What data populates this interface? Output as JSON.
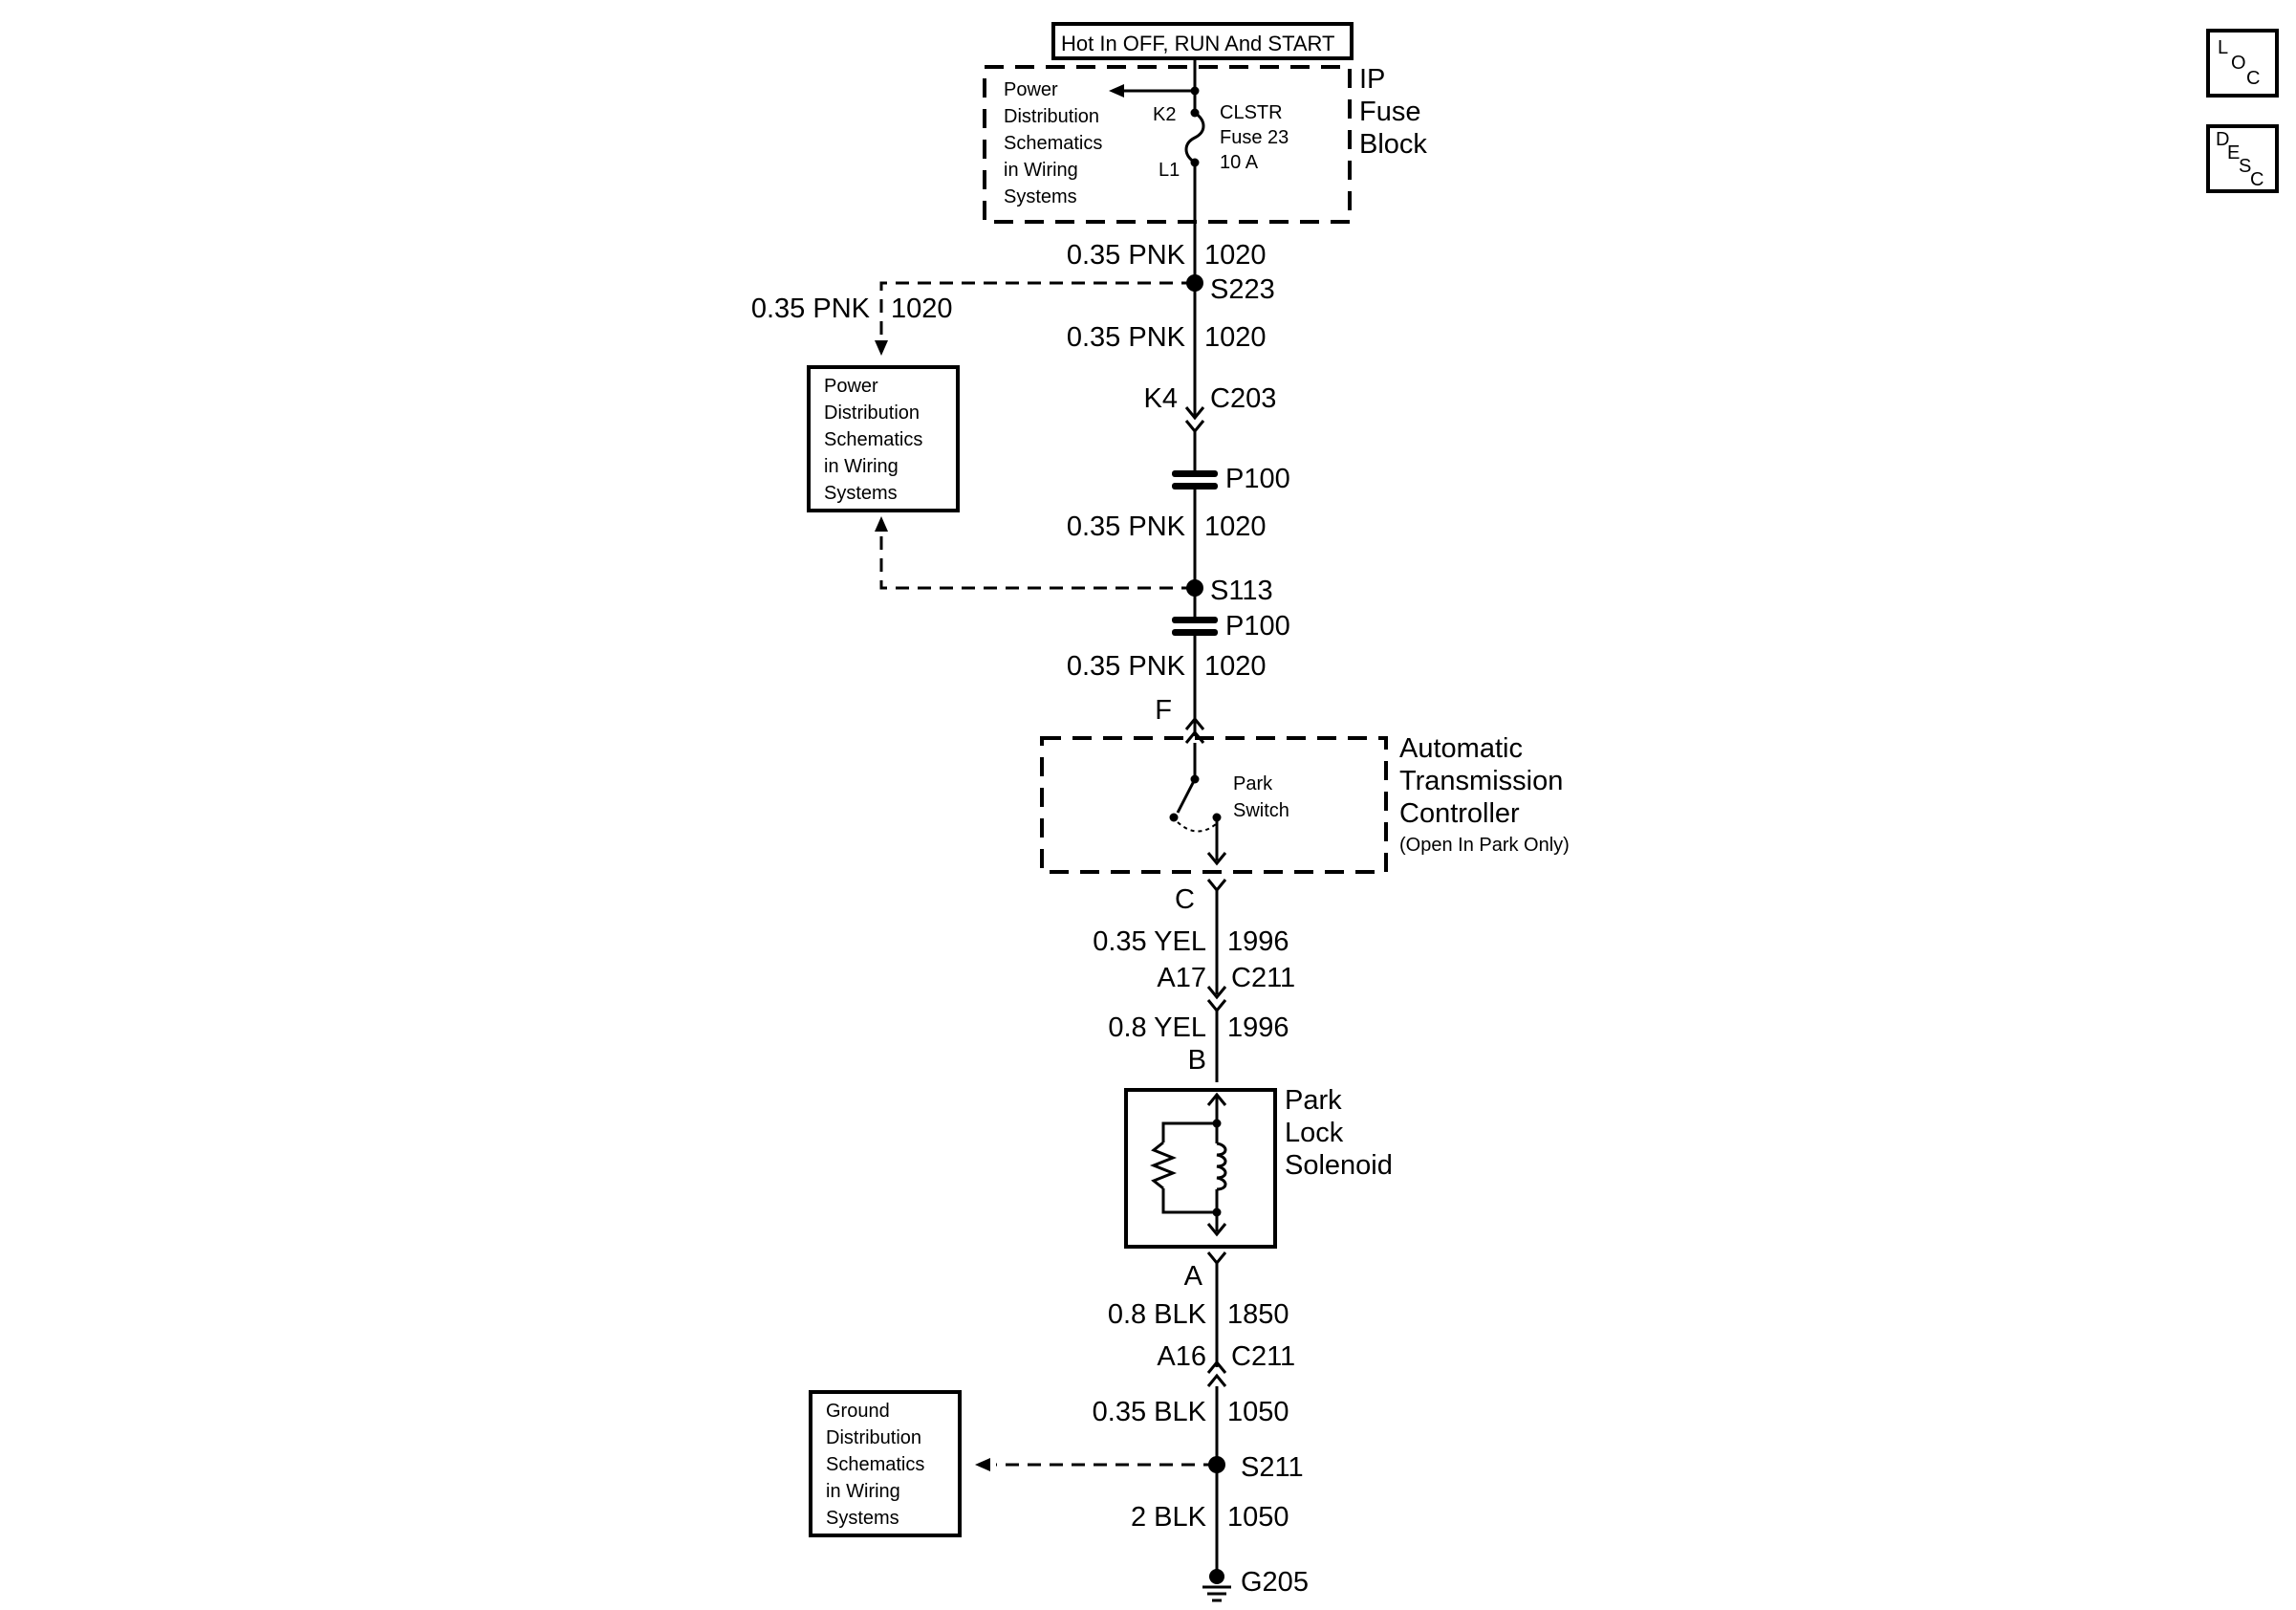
{
  "hot_label": "Hot In OFF, RUN And START",
  "fuse_block": {
    "name_line1": "IP",
    "name_line2": "Fuse",
    "name_line3": "Block",
    "ref_lines": [
      "Power",
      "Distribution",
      "Schematics",
      "in Wiring",
      "Systems"
    ],
    "fuse_lines": [
      "CLSTR",
      "Fuse 23",
      "10 A"
    ],
    "pin_in": "K2",
    "pin_out": "L1"
  },
  "wires": {
    "w1": {
      "gauge_color": "0.35 PNK",
      "circuit": "1020"
    },
    "w_branch": {
      "gauge_color": "0.35 PNK",
      "circuit": "1020"
    },
    "w2": {
      "gauge_color": "0.35 PNK",
      "circuit": "1020"
    },
    "w3": {
      "gauge_color": "0.35 PNK",
      "circuit": "1020"
    },
    "w4": {
      "gauge_color": "0.35 PNK",
      "circuit": "1020"
    },
    "w5": {
      "gauge_color": "0.35 YEL",
      "circuit": "1996"
    },
    "w6": {
      "gauge_color": "0.8 YEL",
      "circuit": "1996"
    },
    "w7": {
      "gauge_color": "0.8 BLK",
      "circuit": "1850"
    },
    "w8": {
      "gauge_color": "0.35 BLK",
      "circuit": "1050"
    },
    "w9": {
      "gauge_color": "2 BLK",
      "circuit": "1050"
    }
  },
  "splices": {
    "s223": "S223",
    "s113": "S113",
    "s211": "S211"
  },
  "passthroughs": {
    "p100_a": "P100",
    "p100_b": "P100"
  },
  "connectors": {
    "c203": {
      "pin": "K4",
      "name": "C203"
    },
    "c211_a": {
      "pin": "A17",
      "name": "C211"
    },
    "c211_b": {
      "pin": "A16",
      "name": "C211"
    }
  },
  "power_dist_box": [
    "Power",
    "Distribution",
    "Schematics",
    "in Wiring",
    "Systems"
  ],
  "ground_dist_box": [
    "Ground",
    "Distribution",
    "Schematics",
    "in Wiring",
    "Systems"
  ],
  "controller": {
    "name_lines": [
      "Automatic",
      "Transmission",
      "Controller"
    ],
    "note": "(Open In Park Only)",
    "switch_lines": [
      "Park",
      "Switch"
    ],
    "pin_top": "F",
    "pin_bottom": "C"
  },
  "solenoid": {
    "name_lines": [
      "Park",
      "Lock",
      "Solenoid"
    ],
    "pin_top": "B",
    "pin_bottom": "A"
  },
  "ground": "G205",
  "nav": {
    "loc": {
      "a": "L",
      "b": "O",
      "c": "C"
    },
    "desc": {
      "a": "D",
      "b": "E",
      "c": "S",
      "d": "C"
    }
  }
}
